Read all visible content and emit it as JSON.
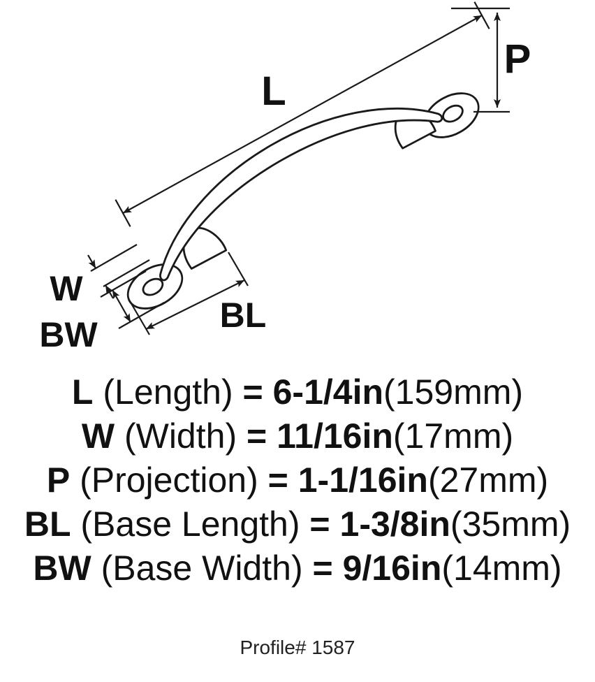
{
  "diagram": {
    "dim_labels": {
      "length": "L",
      "projection": "P",
      "width": "W",
      "base_width": "BW",
      "base_length": "BL"
    }
  },
  "specs": [
    {
      "abbr": "L",
      "name": "(Length)",
      "equals": "=",
      "value": "6-1/4in",
      "metric": "(159mm)"
    },
    {
      "abbr": "W",
      "name": "(Width)",
      "equals": "=",
      "value": "11/16in",
      "metric": "(17mm)"
    },
    {
      "abbr": "P",
      "name": "(Projection)",
      "equals": "=",
      "value": "1-1/16in",
      "metric": "(27mm)"
    },
    {
      "abbr": "BL",
      "name": "(Base Length)",
      "equals": "=",
      "value": "1-3/8in",
      "metric": "(35mm)"
    },
    {
      "abbr": "BW",
      "name": "(Base Width)",
      "equals": "=",
      "value": "9/16in",
      "metric": "(14mm)"
    }
  ],
  "footer": {
    "text": "Profile# 1587"
  }
}
